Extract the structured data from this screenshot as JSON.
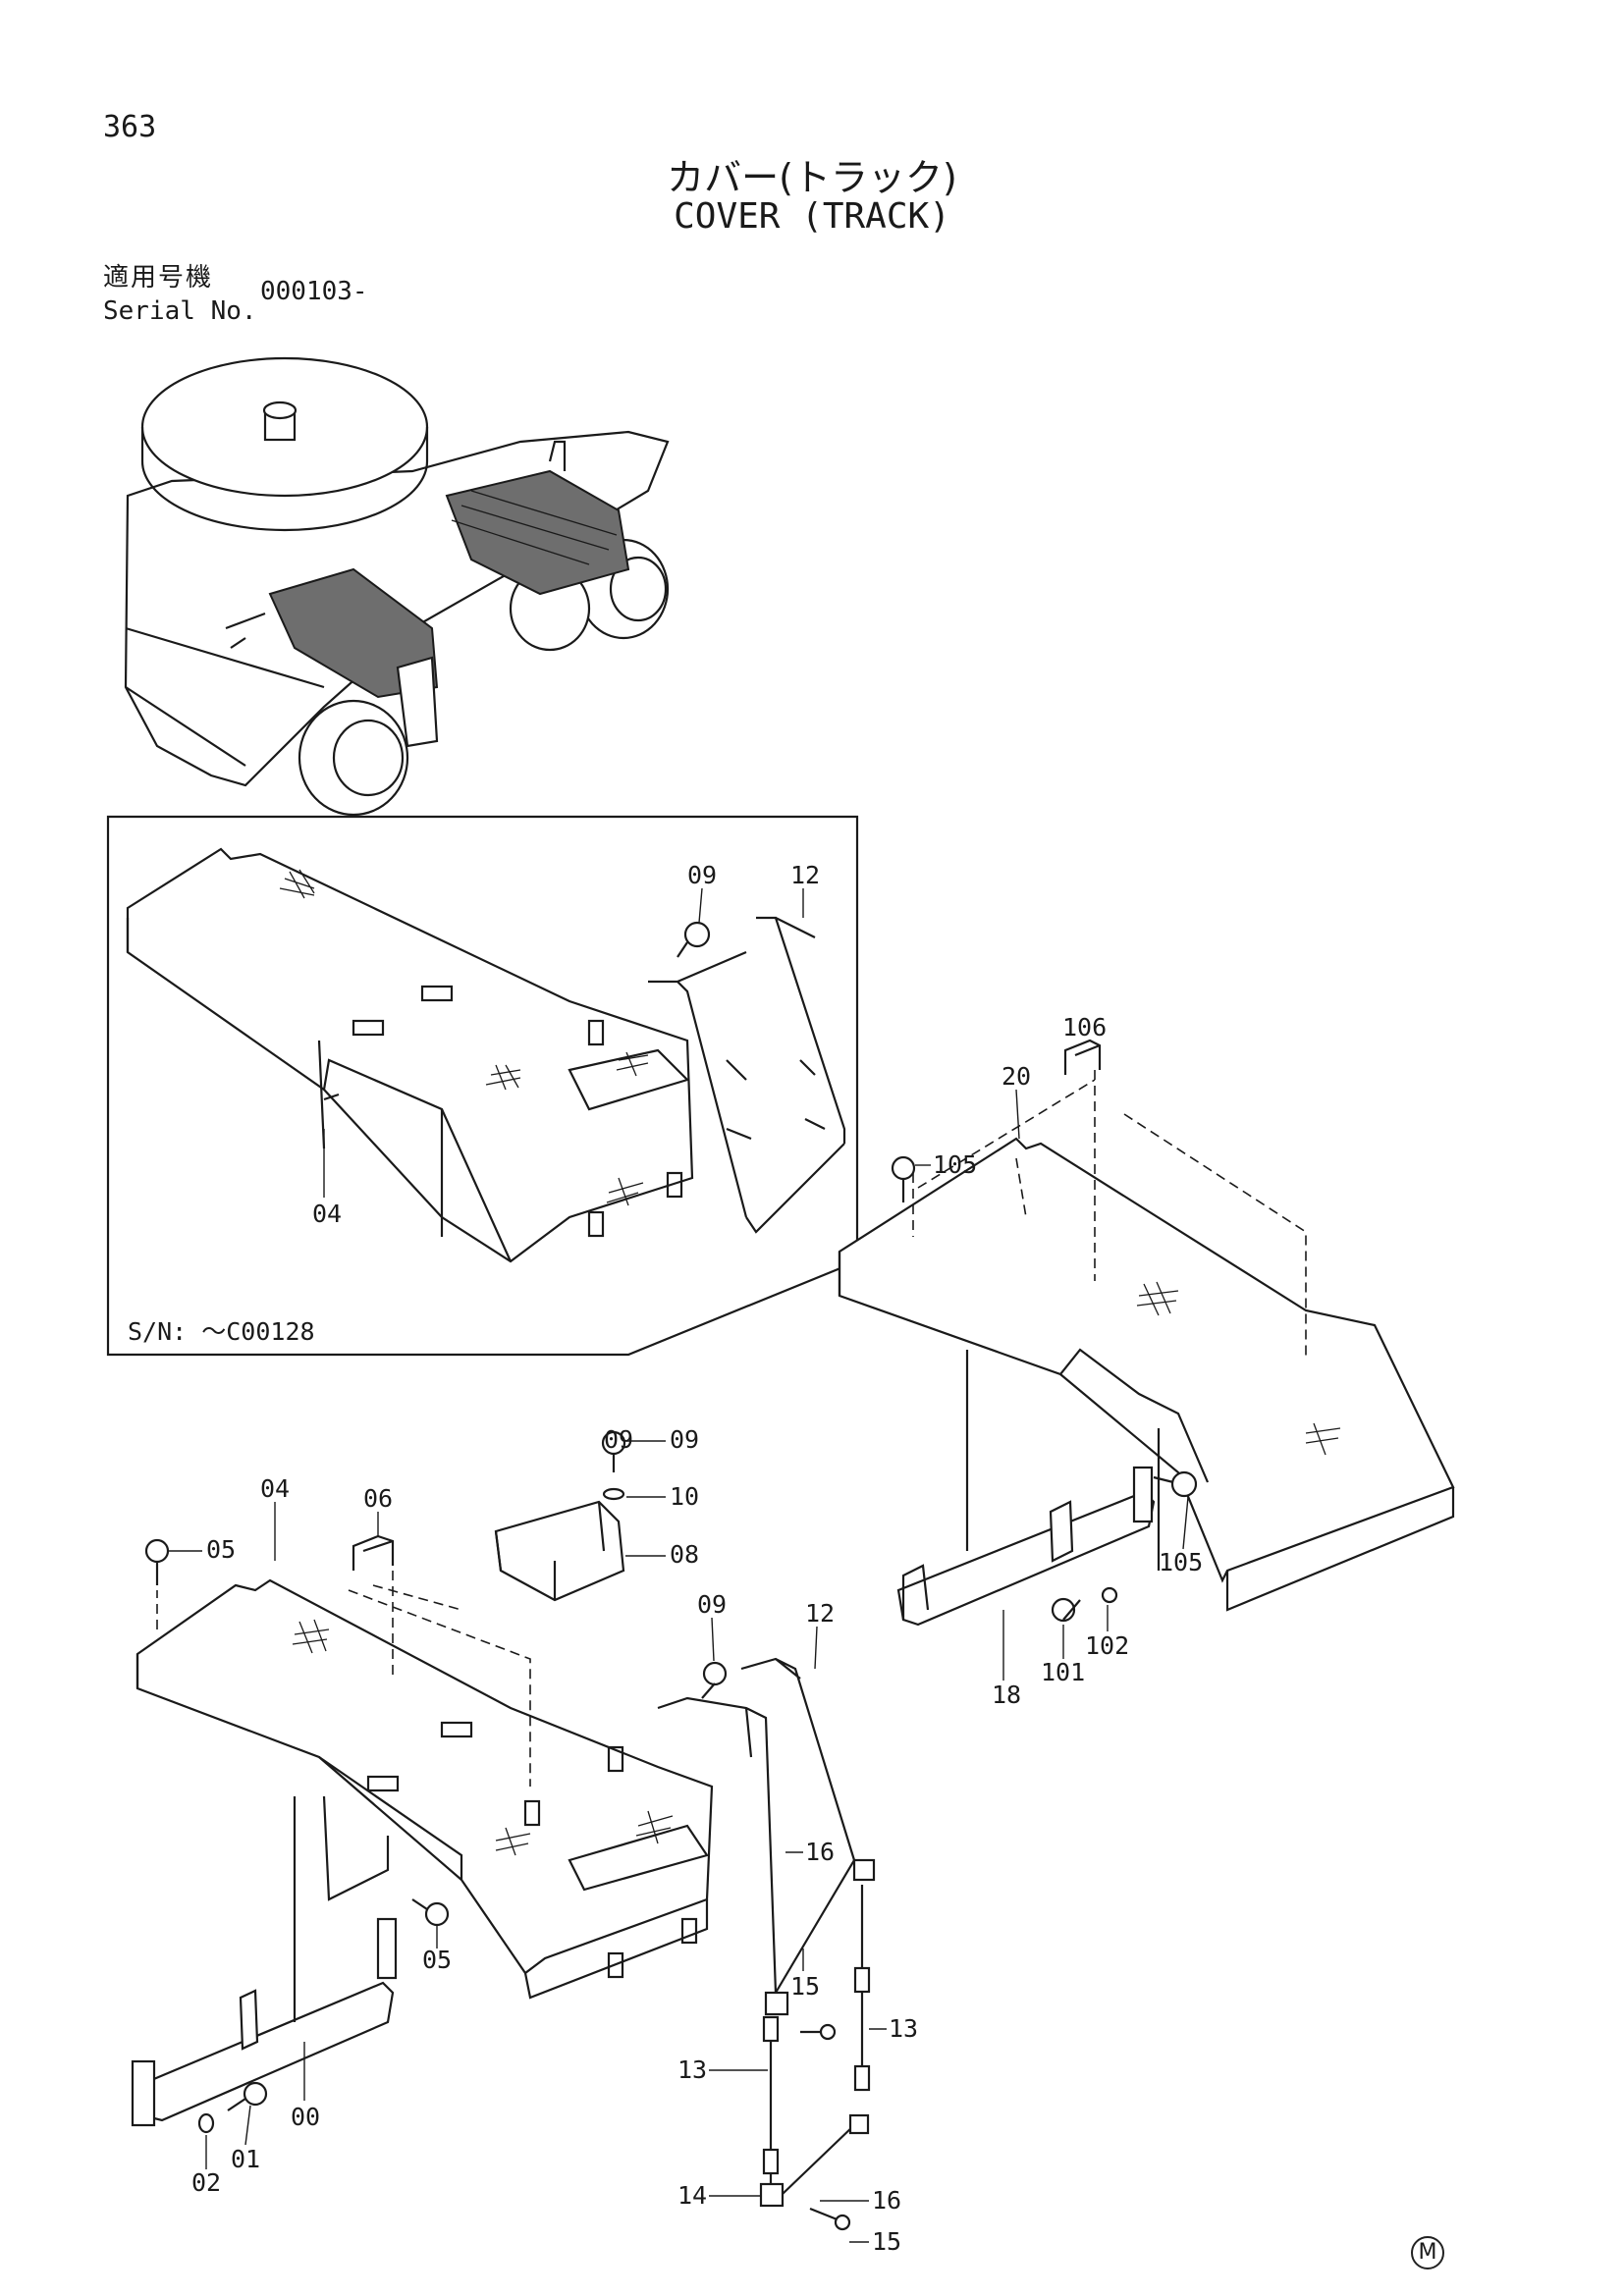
{
  "page_number": "363",
  "title_jp": "カバー(トラック)",
  "title_en": "COVER (TRACK)",
  "serial": {
    "label_jp": "適用号機",
    "label_en": "Serial No.",
    "value": "000103-"
  },
  "inset_note": "S/N: ～C00128",
  "callouts": {
    "a09": "09",
    "a12": "12",
    "a04": "04",
    "b106": "106",
    "b20": "20",
    "b105a": "105",
    "b105b": "105",
    "b18": "18",
    "b101": "101",
    "b102": "102",
    "c09": "09",
    "c10": "10",
    "c08": "08",
    "c04": "04",
    "c06": "06",
    "c05a": "05",
    "c05b": "05",
    "c09b": "09",
    "c12": "12",
    "c16a": "16",
    "c15a": "15",
    "c13a": "13",
    "c13b": "13",
    "c14": "14",
    "c16b": "16",
    "c15b": "15",
    "c00": "00",
    "c01": "01",
    "c02": "02"
  },
  "mark": "M"
}
